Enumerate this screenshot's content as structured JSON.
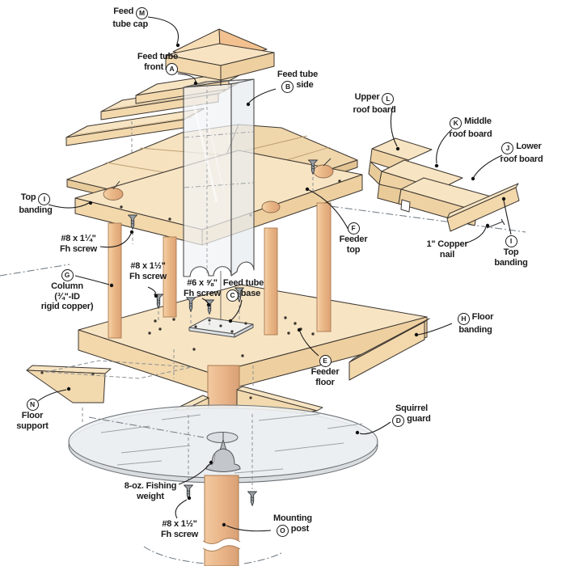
{
  "diagram": {
    "type": "exploded-assembly-diagram",
    "subject": "bird feeder with squirrel guard",
    "colors": {
      "wood_light": "#f7e4c2",
      "wood_mid": "#f3d8ac",
      "wood_shade": "#eed0a0",
      "copper": "#eab887",
      "acrylic": "#f1f3f5",
      "guard_gray": "#eef1f3",
      "outline": "#3c3630",
      "label_text": "#1b1b1b"
    },
    "labels": {
      "feed_tube_cap": {
        "t1": "Feed",
        "letter": "M",
        "t2": "tube cap"
      },
      "feed_tube_front": {
        "t1": "Feed tube",
        "t2": "front",
        "letter": "A"
      },
      "feed_tube_side": {
        "t1": "Feed tube",
        "letter": "B",
        "t2": "side"
      },
      "upper_roof_board": {
        "t1": "Upper",
        "letter": "L",
        "t2": "roof board"
      },
      "middle_roof_board": {
        "letter": "K",
        "t1": "Middle",
        "t2": "roof board"
      },
      "lower_roof_board": {
        "letter": "J",
        "t1": "Lower",
        "t2": "roof board"
      },
      "top_banding_left": {
        "t1": "Top",
        "letter": "I",
        "t2": "banding"
      },
      "screw_8x1_14": {
        "t1": "#8 x 1¼\"",
        "t2": "Fh screw"
      },
      "screw_8x1_12_mid": {
        "t1": "#8 x 1½\"",
        "t2": "Fh screw"
      },
      "column": {
        "letter": "G",
        "t1": "Column",
        "t2": "(¾\"-ID",
        "t3": "rigid copper)"
      },
      "screw_6x_58": {
        "t1": "#6 x ⅝\"",
        "t2": "Fh screw"
      },
      "feed_tube_base": {
        "t1": "Feed tube",
        "letter": "C",
        "t2": "base"
      },
      "feeder_top": {
        "letter": "F",
        "t1": "Feeder",
        "t2": "top"
      },
      "copper_nail": {
        "t1": "1\" Copper",
        "t2": "nail"
      },
      "top_banding_right": {
        "letter": "I",
        "t1": "Top",
        "t2": "banding"
      },
      "floor_banding": {
        "letter": "H",
        "t1": "Floor",
        "t2": "banding"
      },
      "feeder_floor": {
        "letter": "E",
        "t1": "Feeder",
        "t2": "floor"
      },
      "floor_support": {
        "letter": "N",
        "t1": "Floor",
        "t2": "support"
      },
      "squirrel_guard": {
        "t1": "Squirrel",
        "letter": "D",
        "t2": "guard"
      },
      "fishing_weight": {
        "t1": "8-oz. Fishing",
        "t2": "weight"
      },
      "screw_8x1_12_bottom": {
        "t1": "#8 x 1½\"",
        "t2": "Fh screw"
      },
      "mounting_post": {
        "t1": "Mounting",
        "letter": "O",
        "t2": "post"
      }
    }
  }
}
